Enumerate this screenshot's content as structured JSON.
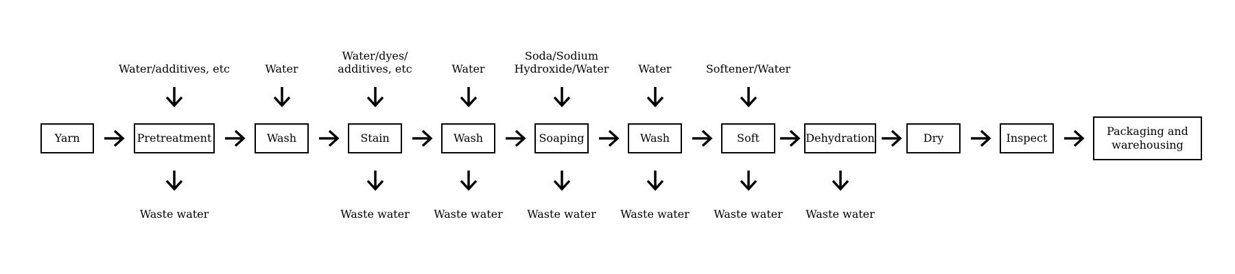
{
  "diagram": {
    "steps": [
      {
        "id": "yarn",
        "label": "Yarn",
        "input": "",
        "output": ""
      },
      {
        "id": "pretreatment",
        "label": "Pretreatment",
        "input": "Water/additives, etc",
        "output": "Waste water"
      },
      {
        "id": "wash-1",
        "label": "Wash",
        "input": "Water",
        "output": ""
      },
      {
        "id": "stain",
        "label": "Stain",
        "input": "Water/dyes/\nadditives, etc",
        "output": "Waste water"
      },
      {
        "id": "wash-2",
        "label": "Wash",
        "input": "Water",
        "output": "Waste water"
      },
      {
        "id": "soaping",
        "label": "Soaping",
        "input": "Soda/Sodium\nHydroxide/Water",
        "output": "Waste water"
      },
      {
        "id": "wash-3",
        "label": "Wash",
        "input": "Water",
        "output": "Waste water"
      },
      {
        "id": "soft",
        "label": "Soft",
        "input": "Softener/Water",
        "output": "Waste water"
      },
      {
        "id": "dehydration",
        "label": "Dehydration",
        "input": "",
        "output": "Waste water"
      },
      {
        "id": "dry",
        "label": "Dry",
        "input": "",
        "output": ""
      },
      {
        "id": "inspect",
        "label": "Inspect",
        "input": "",
        "output": ""
      },
      {
        "id": "packaging",
        "label": "Packaging and warehousing",
        "input": "",
        "output": ""
      }
    ],
    "line_color": "#000000",
    "box_fill": "#ffffff"
  }
}
